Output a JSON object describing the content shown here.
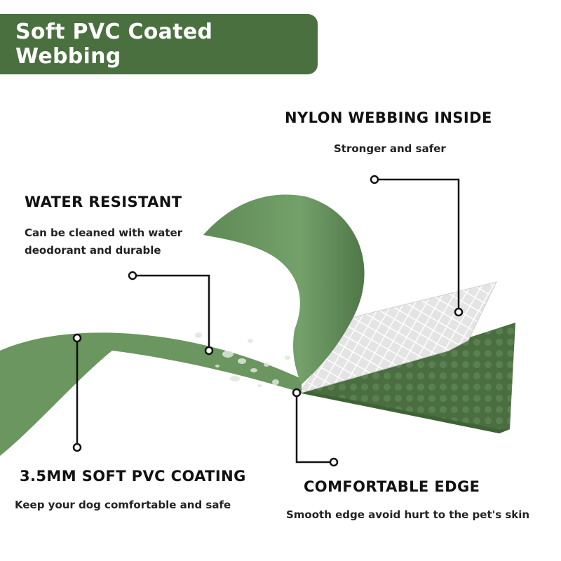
{
  "banner": {
    "title": "Soft PVC Coated Webbing"
  },
  "features": {
    "nylon": {
      "title": "NYLON WEBBING INSIDE",
      "subtitle": "Stronger and safer"
    },
    "water": {
      "title": "WATER RESISTANT",
      "line1": "Can be cleaned with water",
      "line2": "deodorant and durable"
    },
    "coating": {
      "title": "3.5MM SOFT PVC COATING",
      "subtitle": "Keep your dog comfortable and safe"
    },
    "edge": {
      "title": "COMFORTABLE EDGE",
      "subtitle": "Smooth edge avoid hurt to the pet's skin"
    }
  },
  "colors": {
    "brand_green": "#4a7040",
    "webbing_green": "#6b9660",
    "webbing_dark": "#4a6e40"
  }
}
